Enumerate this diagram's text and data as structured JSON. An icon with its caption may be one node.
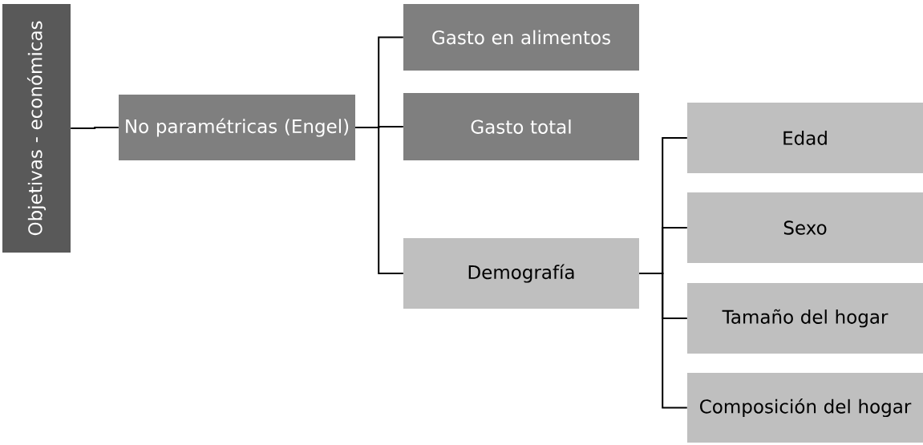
{
  "diagram": {
    "nodes": [
      {
        "text": [
          "Objetivas - económicas"
        ]
      },
      {
        "text": [
          "No paramétricas (Engel)"
        ]
      },
      {
        "text": [
          "Gasto en alimentos"
        ]
      },
      {
        "text": [
          "Gasto total"
        ]
      },
      {
        "text": [
          "Demografía"
        ]
      },
      {
        "text": [
          "Edad"
        ]
      },
      {
        "text": [
          "Sexo"
        ]
      },
      {
        "text": [
          "Tamaño del hogar"
        ]
      },
      {
        "text": [
          "Composición del hogar"
        ]
      }
    ],
    "edges": [
      {
        "from": 0,
        "to": 1,
        "arrow": "none"
      },
      {
        "from": 1,
        "to": 2,
        "arrow": "none"
      },
      {
        "from": 1,
        "to": 3,
        "arrow": "none"
      },
      {
        "from": 1,
        "to": 4,
        "arrow": "none"
      },
      {
        "from": 4,
        "to": 5,
        "arrow": "none"
      },
      {
        "from": 4,
        "to": 6,
        "arrow": "none"
      },
      {
        "from": 4,
        "to": 7,
        "arrow": "none"
      },
      {
        "from": 4,
        "to": 8,
        "arrow": "none"
      }
    ]
  }
}
